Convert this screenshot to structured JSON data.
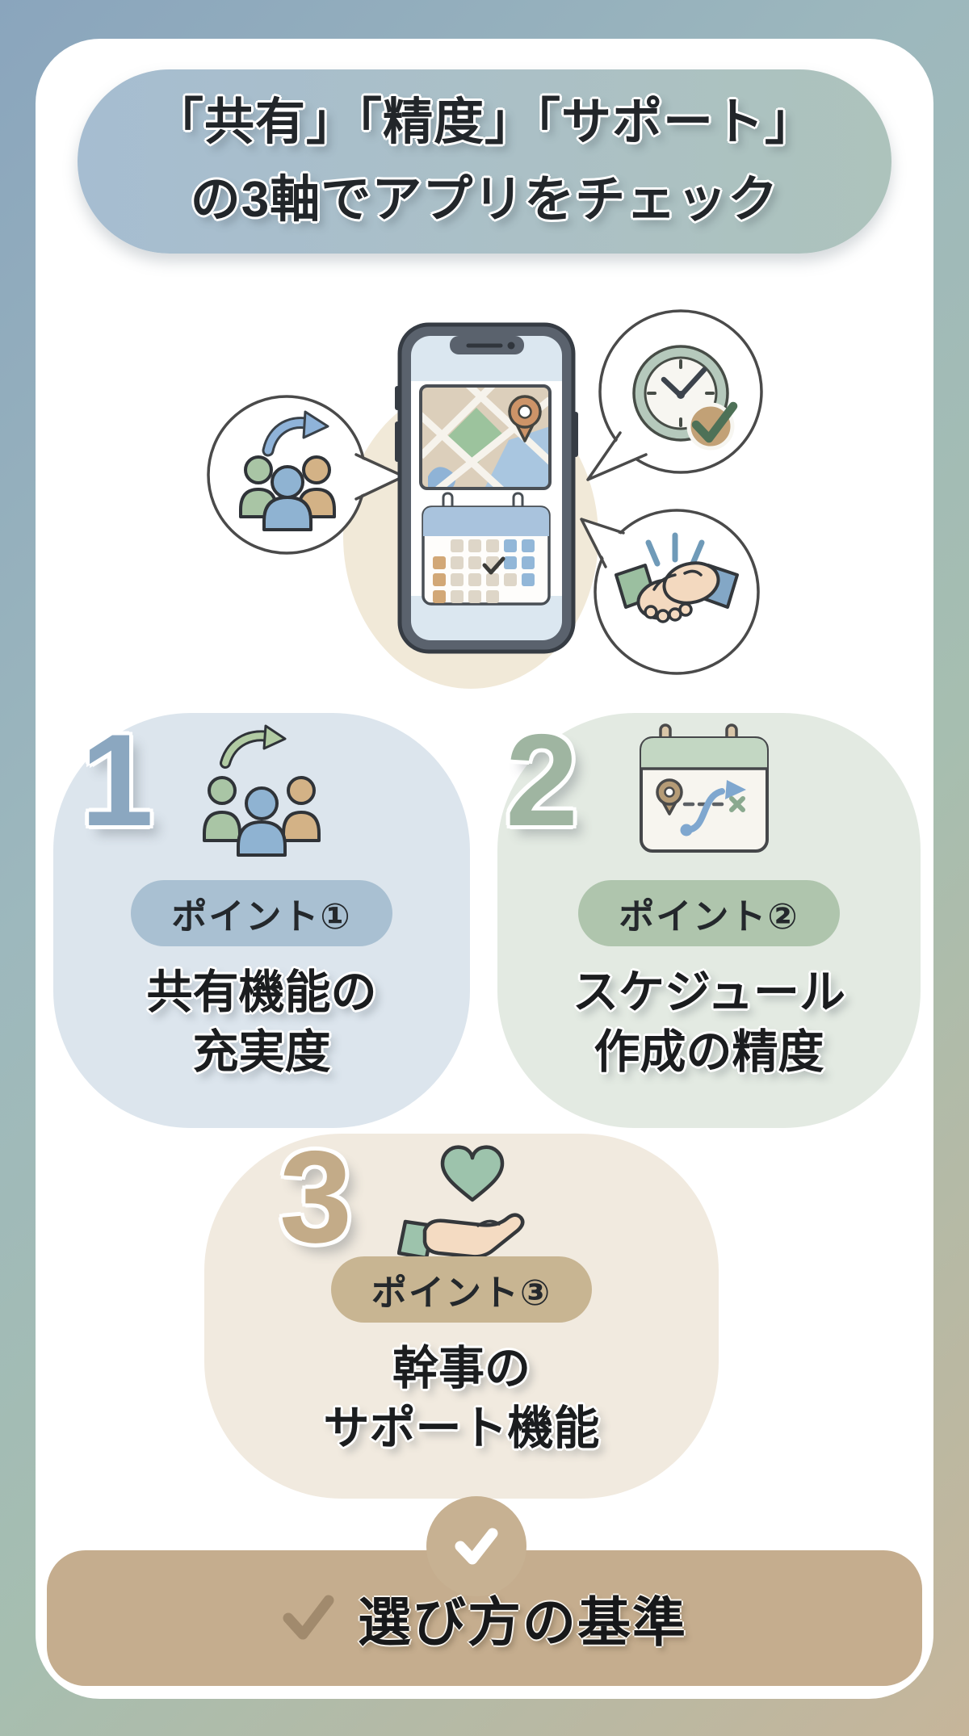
{
  "header": {
    "line1": "「共有」「精度」「サポート」",
    "line2": "の3軸でアプリをチェック"
  },
  "hero_icons": [
    {
      "name": "smartphone-illustration"
    },
    {
      "name": "map-pin-icon"
    },
    {
      "name": "calendar-check-icon"
    },
    {
      "name": "share-people-icon"
    },
    {
      "name": "clock-check-icon"
    },
    {
      "name": "handshake-icon"
    }
  ],
  "points": [
    {
      "number": "1",
      "badge": "ポイント①",
      "title_line1": "共有機能の",
      "title_line2": "充実度",
      "icon": "people-share-icon",
      "colors": {
        "card_bg": "#dce5ed",
        "number": "#8ba7c0",
        "badge_bg": "#a9c0d2"
      }
    },
    {
      "number": "2",
      "badge": "ポイント②",
      "title_line1": "スケジュール",
      "title_line2": "作成の精度",
      "icon": "route-calendar-icon",
      "colors": {
        "card_bg": "#e3eae2",
        "number": "#9fb5a1",
        "badge_bg": "#afc5ad"
      }
    },
    {
      "number": "3",
      "badge": "ポイント③",
      "title_line1": "幹事の",
      "title_line2": "サポート機能",
      "icon": "hand-heart-icon",
      "colors": {
        "card_bg": "#f1eadf",
        "number": "#c3ab88",
        "badge_bg": "#c8b592"
      }
    }
  ],
  "footer": {
    "label": "選び方の基準",
    "icon": "checkmark-icon",
    "colors": {
      "bar_bg": "#c5ad8e",
      "check": "#a18a6d",
      "circle_bg": "#c7b192",
      "circle_check": "#ffffff"
    }
  },
  "colors": {
    "background_gradient": [
      "#8aa5bd",
      "#a6beb0",
      "#c6b59a"
    ],
    "panel_bg": "#ffffff",
    "header_pill_gradient": [
      "#a6bdd1",
      "#adc3bc"
    ],
    "text": "#1b1d1f"
  }
}
